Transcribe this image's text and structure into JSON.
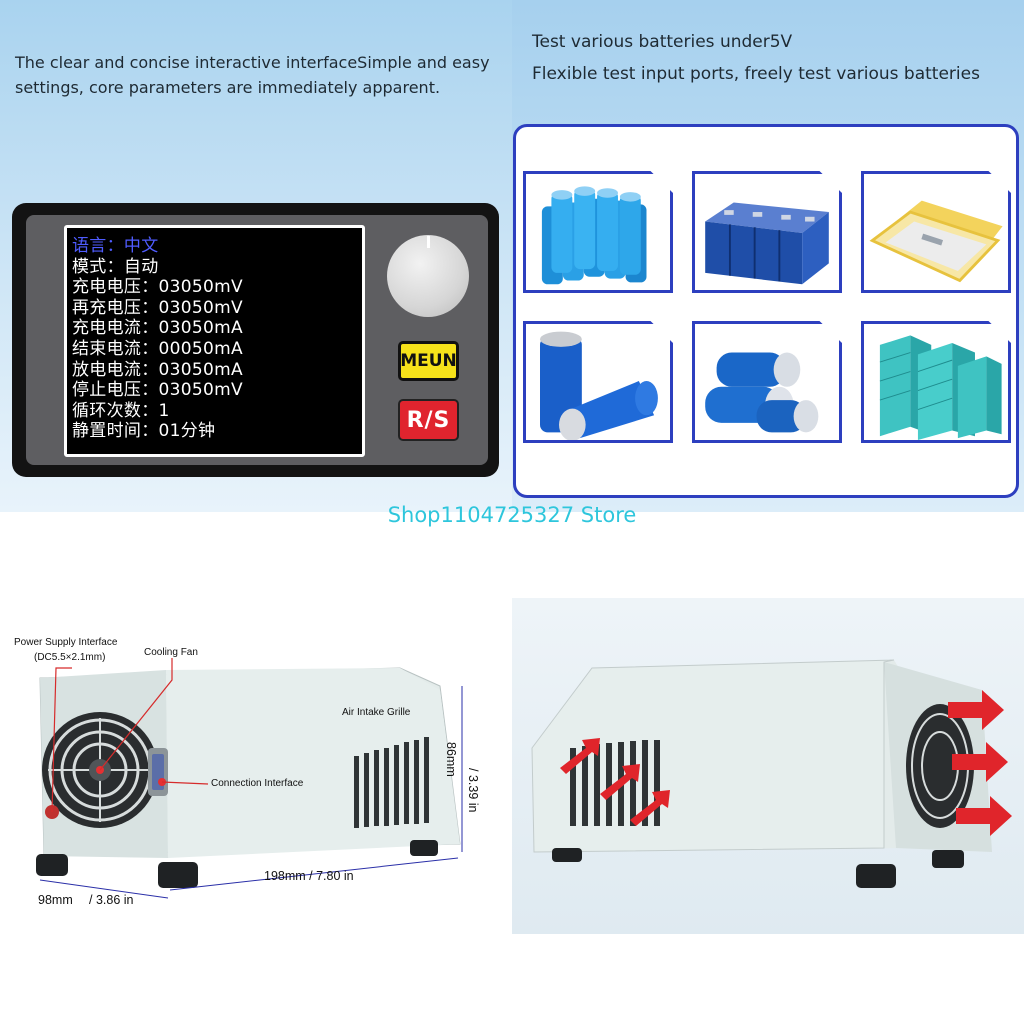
{
  "left_panel": {
    "headline_line1": "The clear and concise interactive interfaceSimple and easy",
    "headline_line2": "settings, core parameters are immediately apparent."
  },
  "device": {
    "lcd_lines": [
      "语言：中文",
      "模式：自动",
      "充电电压：03050mV",
      "再充电压：03050mV",
      "充电电流：03050mA",
      "结束电流：00050mA",
      "放电电流：03050mA",
      "停止电压：03050mV",
      "循环次数：1",
      "静置时间：01分钟"
    ],
    "menu_button_label": "MEUN",
    "rs_button_label": "R/S",
    "colors": {
      "lcd_selected": "#4f5cff",
      "menu_button": "#f6e21a",
      "rs_button": "#e0242e"
    }
  },
  "right_panel": {
    "headline_line1": "Test various batteries under5V",
    "headline_line2": "Flexible test input ports, freely test various batteries",
    "battery_types": [
      "cylindrical-18650-cells",
      "prismatic-lifepo4-cells",
      "pouch-lipo-cells",
      "large-cylindrical-cells",
      "lithium-titanate-cells",
      "prismatic-cell-stacks"
    ],
    "frame_color": "#2d3fbf"
  },
  "watermark": "Shop1104725327 Store",
  "photo_left": {
    "power_label_line1": "Power Supply Interface",
    "power_label_line2": "(DC5.5×2.1mm)",
    "fan_label": "Cooling Fan",
    "grille_label": "Air Intake Grille",
    "connection_label": "Connection Interface",
    "height_mm": "86mm",
    "height_in": "/ 3.39 in",
    "length_label": "198mm / 7.80 in",
    "width_mm": "98mm",
    "width_in": "/ 3.86 in"
  }
}
